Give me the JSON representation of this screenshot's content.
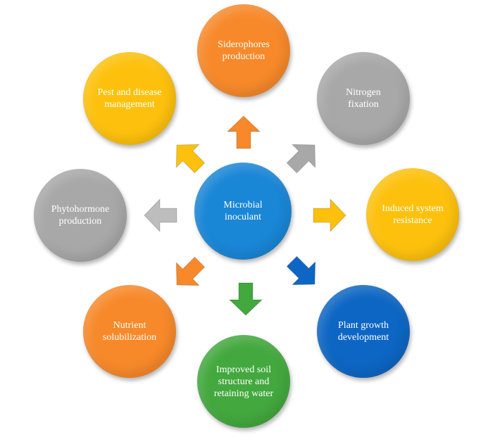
{
  "diagram": {
    "center": {
      "label": "Microbial\ninoculant",
      "color": "#1a86d6"
    },
    "nodes": [
      {
        "id": "siderophores",
        "label": "Siderophores\nproduction",
        "color": "#f7892a",
        "arrow_color": "#f7892a"
      },
      {
        "id": "nitrogen",
        "label": "Nitrogen\nfixation",
        "color": "#a8a8a8",
        "arrow_color": "#a8a8a8"
      },
      {
        "id": "induced",
        "label": "Induced system\nresistance",
        "color": "#fdc10d",
        "arrow_color": "#fdc10d"
      },
      {
        "id": "plant-growth",
        "label": "Plant growth\ndevelopment",
        "color": "#0d66c3",
        "arrow_color": "#0d66c3"
      },
      {
        "id": "soil",
        "label": "Improved soil\nstructure and\nretaining water",
        "color": "#43a83e",
        "arrow_color": "#43a83e"
      },
      {
        "id": "nutrient",
        "label": "Nutrient\nsolubilization",
        "color": "#f7892a",
        "arrow_color": "#f7892a"
      },
      {
        "id": "phytohormone",
        "label": "Phytohormone\nproduction",
        "color": "#a8a8a8",
        "arrow_color": "#bdbdbd"
      },
      {
        "id": "pest",
        "label": "Pest and disease\nmanagement",
        "color": "#fdc10d",
        "arrow_color": "#fdc10d"
      }
    ]
  }
}
